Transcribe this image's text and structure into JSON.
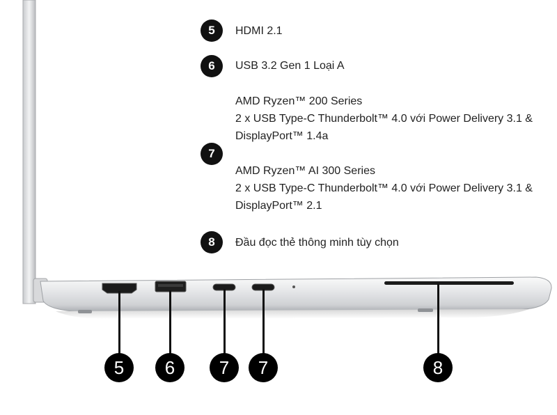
{
  "legend": [
    {
      "number": "5",
      "lines": [
        "HDMI 2.1"
      ]
    },
    {
      "number": "6",
      "lines": [
        "USB 3.2 Gen 1 Loại A"
      ]
    },
    {
      "number": "7",
      "lines": [
        "AMD Ryzen™ 200 Series",
        "2 x USB Type-C Thunderbolt™ 4.0 với Power Delivery 3.1 &",
        "DisplayPort™ 1.4a",
        "",
        "AMD Ryzen™ AI 300 Series",
        "2 x USB Type-C Thunderbolt™ 4.0 với Power Delivery 3.1 &",
        "DisplayPort™ 2.1"
      ]
    },
    {
      "number": "8",
      "lines": [
        "Đầu đọc thẻ thông minh tùy chọn"
      ]
    }
  ],
  "callouts": [
    {
      "number": "5",
      "port": "hdmi"
    },
    {
      "number": "6",
      "port": "usb-a"
    },
    {
      "number": "7",
      "port": "usb-c"
    },
    {
      "number": "7",
      "port": "usb-c"
    },
    {
      "number": "8",
      "port": "smart-card-reader"
    }
  ],
  "colors": {
    "badge": "#111111",
    "chassis": "#e6e7e9"
  }
}
